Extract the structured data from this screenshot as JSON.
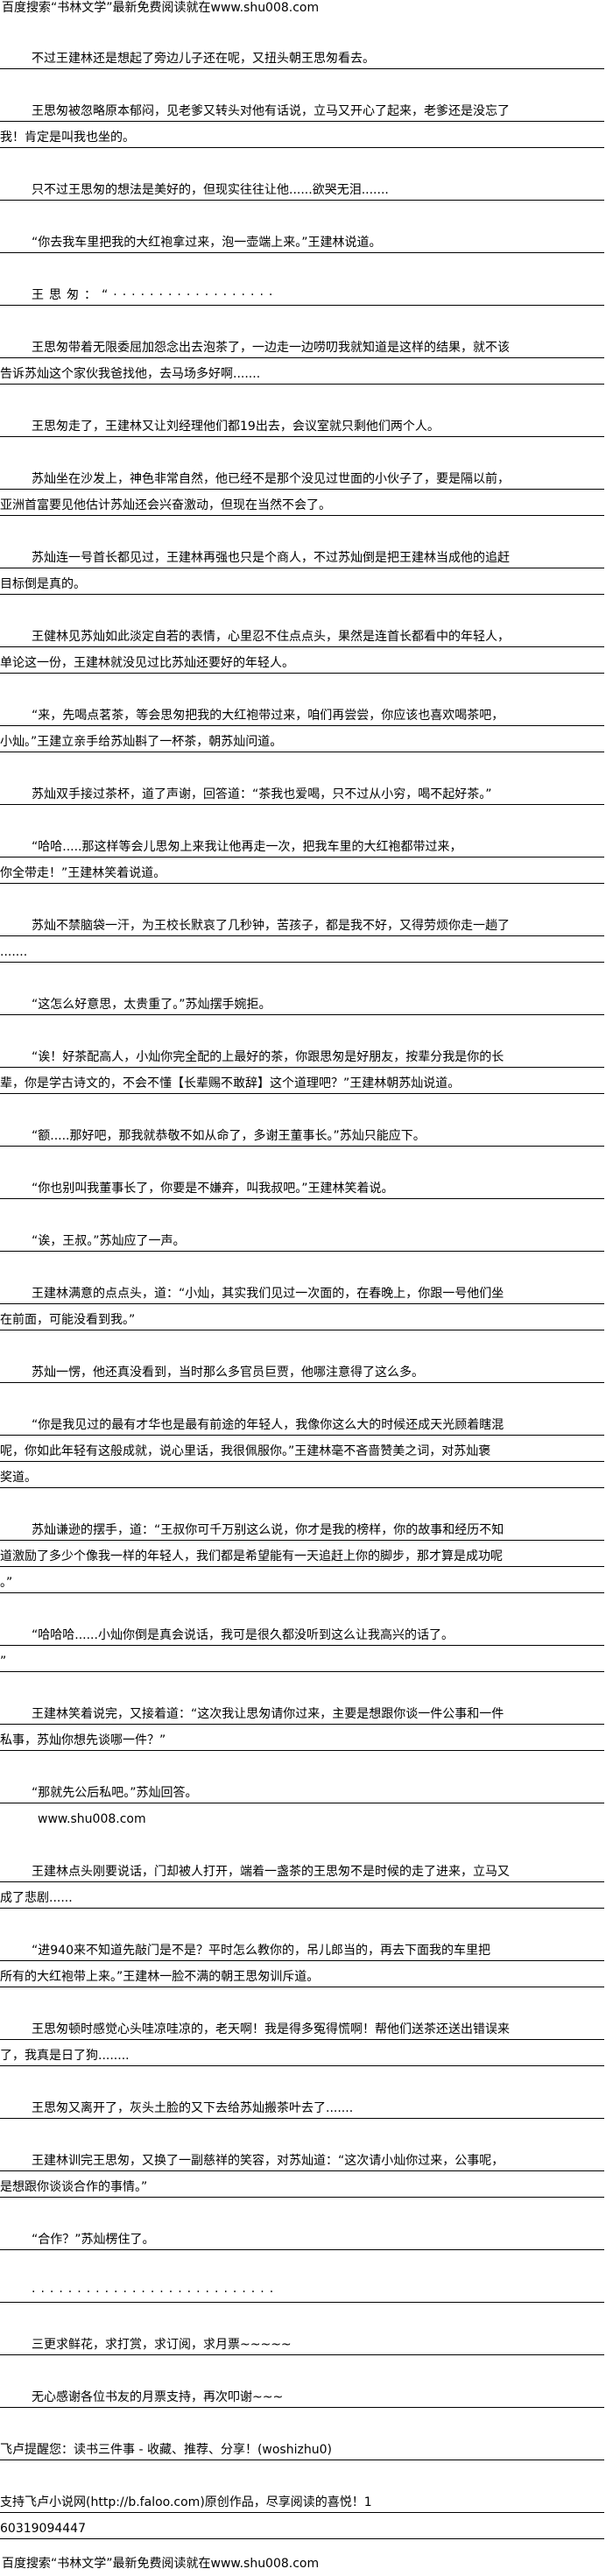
{
  "header_ad": "百度搜索“书林文学”最新免费阅读就在www.shu008.com",
  "paragraphs": [
    {
      "indent": true,
      "lines": [
        "不过王建林还是想起了旁边儿子还在呢，又扭头朝王思匆看去。"
      ]
    },
    {
      "indent": true,
      "lines": [
        "王思匆被忽略原本郁闷，见老爹又转头对他有话说，立马又开心了起来，老爹还是没忘了",
        "我！肯定是叫我也坐的。"
      ]
    },
    {
      "indent": true,
      "lines": [
        "只不过王思匆的想法是美好的，但现实往往让他......欲哭无泪......."
      ]
    },
    {
      "indent": true,
      "lines": [
        "“你去我车里把我的大红袍拿过来，泡一壶端上来。”王建林说道。"
      ]
    },
    {
      "indent": true,
      "dots": true,
      "lines": [
        "王思匆：“··················"
      ]
    },
    {
      "indent": true,
      "lines": [
        "王思匆带着无限委屈加怨念出去泡茶了，一边走一边唠叨我就知道是这样的结果，就不该",
        "告诉苏灿这个家伙我爸找他，去马场多好啊......."
      ]
    },
    {
      "indent": true,
      "lines": [
        "王思匆走了，王建林又让刘经理他们都19出去，会议室就只剩他们两个人。"
      ]
    },
    {
      "indent": true,
      "lines": [
        "苏灿坐在沙发上，神色非常自然，他已经不是那个没见过世面的小伙子了，要是隔以前，",
        "亚洲首富要见他估计苏灿还会兴奋激动，但现在当然不会了。"
      ]
    },
    {
      "indent": true,
      "lines": [
        "苏灿连一号首长都见过，王建林再强也只是个商人，不过苏灿倒是把王建林当成他的追赶",
        "目标倒是真的。"
      ]
    },
    {
      "indent": true,
      "lines": [
        "王健林见苏灿如此淡定自若的表情，心里忍不住点点头，果然是连首长都看中的年轻人，",
        "单论这一份，王建林就没见过比苏灿还要好的年轻人。"
      ]
    },
    {
      "indent": true,
      "lines": [
        "“来，先喝点茗茶，等会思匆把我的大红袍带过来，咱们再尝尝，你应该也喜欢喝茶吧，",
        "小灿。”王建立亲手给苏灿斟了一杯茶，朝苏灿问道。"
      ]
    },
    {
      "indent": true,
      "lines": [
        "苏灿双手接过茶杯，道了声谢，回答道：“茶我也爱喝，只不过从小穷，喝不起好茶。”"
      ]
    },
    {
      "indent": true,
      "lines": [
        "“哈哈.....那这样等会儿思匆上来我让他再走一次，把我车里的大红袍都带过来，",
        "你全带走！”王建林笑着说道。"
      ]
    },
    {
      "indent": true,
      "lines": [
        "苏灿不禁脑袋一汗，为王校长默哀了几秒钟，苦孩子，都是我不好，又得劳烦你走一趟了",
        "......."
      ]
    },
    {
      "indent": true,
      "lines": [
        "“这怎么好意思，太贵重了。”苏灿摆手婉拒。"
      ]
    },
    {
      "indent": true,
      "lines": [
        "“诶！好茶配高人，小灿你完全配的上最好的茶，你跟思匆是好朋友，按辈分我是你的长",
        "辈，你是学古诗文的，不会不懂【长辈赐不敢辞】这个道理吧？”王建林朝苏灿说道。"
      ]
    },
    {
      "indent": true,
      "lines": [
        "“额.....那好吧，那我就恭敬不如从命了，多谢王董事长。”苏灿只能应下。"
      ]
    },
    {
      "indent": true,
      "lines": [
        "“你也别叫我董事长了，你要是不嫌弃，叫我叔吧。”王建林笑着说。"
      ]
    },
    {
      "indent": true,
      "lines": [
        "“诶，王叔。”苏灿应了一声。"
      ]
    },
    {
      "indent": true,
      "lines": [
        "王建林满意的点点头，道：“小灿，其实我们见过一次面的，在春晚上，你跟一号他们坐",
        "在前面，可能没看到我。”"
      ]
    },
    {
      "indent": true,
      "lines": [
        "苏灿一愣，他还真没看到，当时那么多官员巨贾，他哪注意得了这么多。"
      ]
    },
    {
      "indent": true,
      "lines": [
        "“你是我见过的最有才华也是最有前途的年轻人，我像你这么大的时候还成天光顾着瞎混",
        "呢，你如此年轻有这般成就，说心里话，我很佩服你。”王建林毫不吝啬赞美之词，对苏灿褒",
        "奖道。"
      ]
    },
    {
      "indent": true,
      "lines": [
        "苏灿谦逊的摆手，道：“王叔你可千万别这么说，你才是我的榜样，你的故事和经历不知",
        "道激励了多少个像我一样的年轻人，我们都是希望能有一天追赶上你的脚步，那才算是成功呢",
        "。”"
      ]
    },
    {
      "indent": true,
      "lines": [
        "“哈哈哈......小灿你倒是真会说话，我可是很久都没听到这么让我高兴的话了。",
        "”"
      ]
    },
    {
      "indent": true,
      "lines": [
        "王建林笑着说完，又接着道：“这次我让思匆请你过来，主要是想跟你谈一件公事和一件",
        "私事，苏灿你想先谈哪一件？”"
      ]
    },
    {
      "indent": true,
      "lines": [
        "“那就先公后私吧。”苏灿回答。"
      ],
      "after_plain": "www.shu008.com"
    },
    {
      "indent": true,
      "lines": [
        "王建林点头刚要说话，门却被人打开，端着一盏茶的王思匆不是时候的走了进来，立马又",
        "成了悲剧......"
      ]
    },
    {
      "indent": true,
      "lines": [
        "“进940来不知道先敲门是不是？平时怎么教你的，吊儿郎当的，再去下面我的车里把",
        "所有的大红袍带上来。”王建林一脸不满的朝王思匆训斥道。"
      ]
    },
    {
      "indent": true,
      "lines": [
        "王思匆顿时感觉心头哇凉哇凉的，老天啊！我是得多冤得慌啊！帮他们送茶还送出错误来",
        "了，我真是日了狗........"
      ]
    },
    {
      "indent": true,
      "lines": [
        "王思匆又离开了，灰头土脸的又下去给苏灿搬茶叶去了......."
      ]
    },
    {
      "indent": true,
      "lines": [
        "王建林训完王思匆，又换了一副慈祥的笑容，对苏灿道：“这次请小灿你过来，公事呢，",
        "是想跟你谈谈合作的事情。”"
      ]
    },
    {
      "indent": true,
      "lines": [
        "“合作？”苏灿楞住了。"
      ]
    },
    {
      "indent": true,
      "dots": true,
      "lines": [
        "···························"
      ]
    },
    {
      "indent": true,
      "lines": [
        "三更求鲜花，求打赏，求订阅，求月票~~~~~"
      ]
    },
    {
      "indent": true,
      "lines": [
        "无心感谢各位书友的月票支持，再次叩谢~~~"
      ]
    },
    {
      "indent": false,
      "lines": [
        "飞卢提醒您：读书三件事 - 收藏、推荐、分享！(woshizhu0)"
      ]
    },
    {
      "indent": false,
      "lines": [
        "支持飞卢小说网(http://b.faloo.com)原创作品，尽享阅读的喜悦！1",
        "60319094447"
      ]
    }
  ],
  "footer_ad": "百度搜索“书林文学”最新免费阅读就在www.shu008.com"
}
